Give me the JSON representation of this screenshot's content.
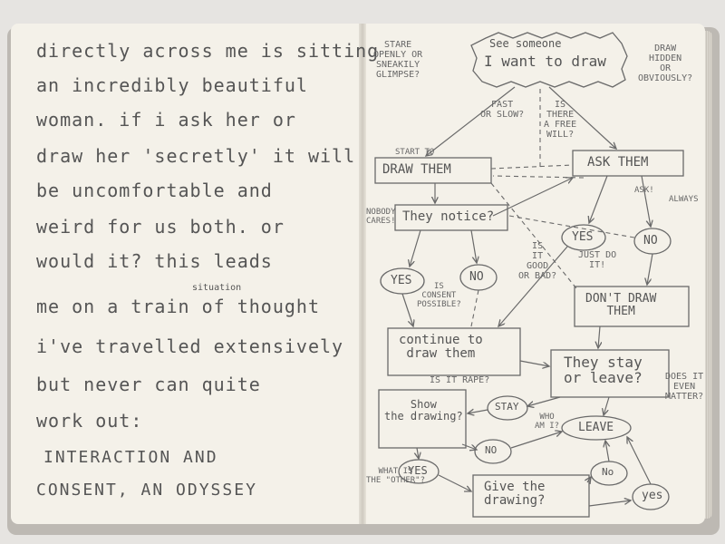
{
  "left_page": {
    "lines": [
      "directly across me is sitting",
      "an incredibly beautiful",
      "woman. if i ask her or",
      "draw her 'secretly' it will",
      "be uncomfortable and",
      "weird for us both. or",
      "would it? this leads"
    ],
    "line8_before": "me on a train",
    "line8_insert": "situation",
    "line8_after": "of thought",
    "lines_end": [
      "i've travelled extensively",
      "but never can quite",
      "work out:"
    ],
    "title_line1": "INTERACTION AND",
    "title_line2": "CONSENT, AN ODYSSEY"
  },
  "flowchart": {
    "start_small": "See someone",
    "start_big": "I want to draw",
    "draw_them": "DRAW THEM",
    "start_to": "START TO",
    "ask_them": "ASK THEM",
    "they_notice": "They notice?",
    "yes1": "YES",
    "no1": "NO",
    "yes2": "YES",
    "no2": "NO",
    "dont_draw": "DON'T DRAW\nTHEM",
    "continue_draw": "continue to\ndraw them",
    "stay_or_leave": "They stay\nor leave?",
    "show_drawing": "Show\nthe drawing?",
    "stay": "STAY",
    "leave": "LEAVE",
    "no3": "NO",
    "yes3": "YES",
    "give_drawing": "Give the\ndrawing?",
    "no4": "No",
    "yes4": "yes"
  },
  "annotations": {
    "stare": "STARE\nOPENLY OR\nSNEAKILY\nGLIMPSE?",
    "draw_hidden": "DRAW\nHIDDEN\nOR\nOBVIOUSLY?",
    "fast_slow": "FAST\nOR SLOW?",
    "free_will": "IS\nTHERE\nA FREE\nWILL?",
    "nobody_cares": "NOBODY\nCARES!",
    "ask": "ASK!",
    "always": "ALWAYS",
    "good_bad": "IS\nIT\nGOOD\nOR BAD?",
    "just_do_it": "JUST DO\nIT!",
    "consent": "IS\nCONSENT\nPOSSIBLE?",
    "is_it_rape": "IS IT RAPE?",
    "who_am_i": "WHO\nAM I?",
    "does_it_matter": "DOES IT\nEVEN\nMATTER?",
    "what_is_other": "WHAT IS\nTHE \"OTHER\"?"
  }
}
